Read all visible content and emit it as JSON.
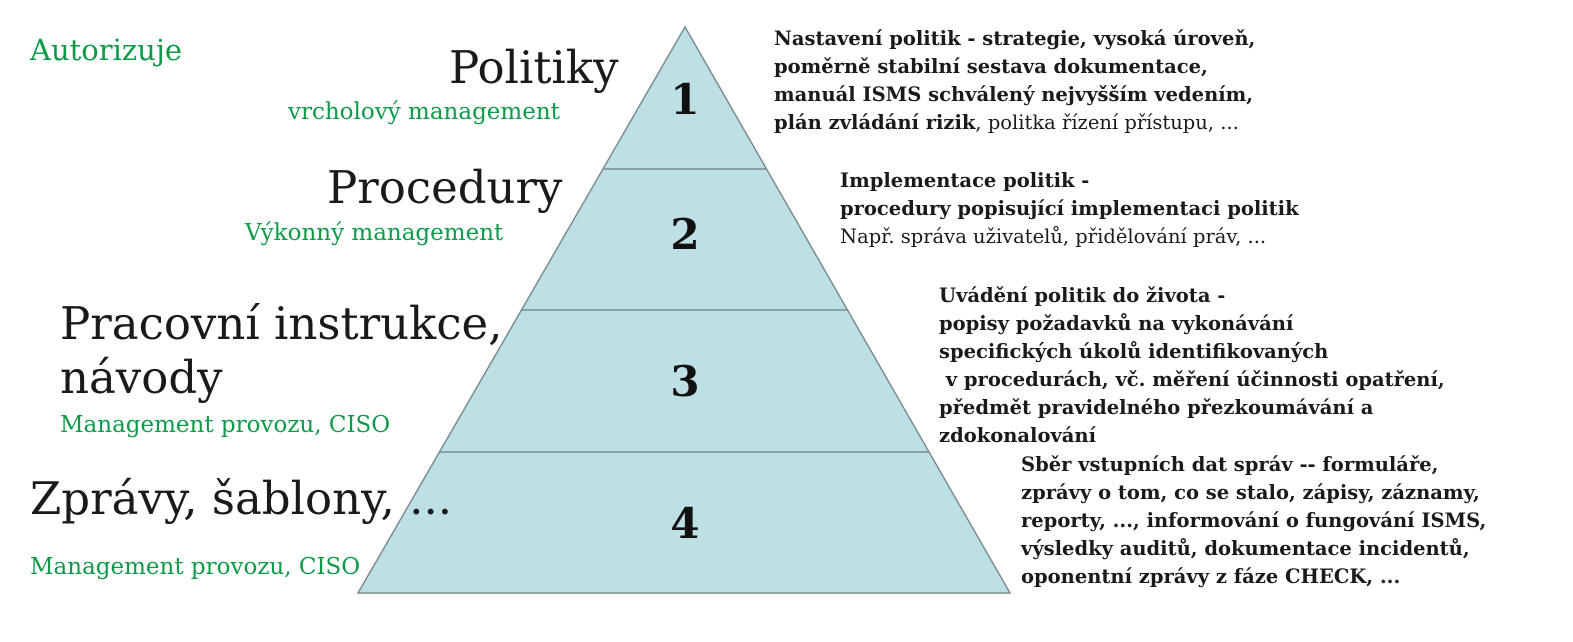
{
  "authorizes_label": "Autorizuje",
  "levels": [
    {
      "number": "1",
      "title": "Politiky",
      "subtitle": "vrcholový management",
      "desc_bold": [
        "Nastavení politik - strategie, vysoká úroveň,",
        "poměrně stabilní sestava dokumentace,",
        "manuál ISMS schválený nejvyšším vedením,",
        "plán zvládání rizik"
      ],
      "desc_plain": ", politka řízení přístupu, ..."
    },
    {
      "number": "2",
      "title": "Procedury",
      "subtitle": "Výkonný management",
      "desc_bold": [
        "Implementace politik -",
        "procedury popisující implementaci politik"
      ],
      "desc_plain": "Např. správa uživatelů, přidělování práv, ..."
    },
    {
      "number": "3",
      "title_lines": [
        "Pracovní instrukce,",
        "návody"
      ],
      "subtitle": "Management provozu, CISO",
      "desc_bold": [
        "Uvádění politik do života -",
        "popisy požadavků na vykonávání",
        "specifických úkolů identifikovaných",
        " v procedurách, vč. měření účinnosti opatření,",
        "předmět pravidelného přezkoumávání a",
        "zdokonalování"
      ]
    },
    {
      "number": "4",
      "title": "Zprávy, šablony, ...",
      "subtitle": "Management provozu, CISO",
      "desc_bold": [
        "Sběr vstupních dat správ -- formuláře,",
        "zprávy o tom, co se stalo, zápisy, záznamy,",
        "reporty, ..., informování o fungování ISMS,",
        "výsledky auditů, dokumentace incidentů,",
        "oponentní zprávy z fáze CHECK, ..."
      ]
    }
  ],
  "colors": {
    "pyramid_fill": "#bde0e4",
    "pyramid_stroke": "#7a8c8e",
    "accent_green": "#0f9a4a"
  }
}
